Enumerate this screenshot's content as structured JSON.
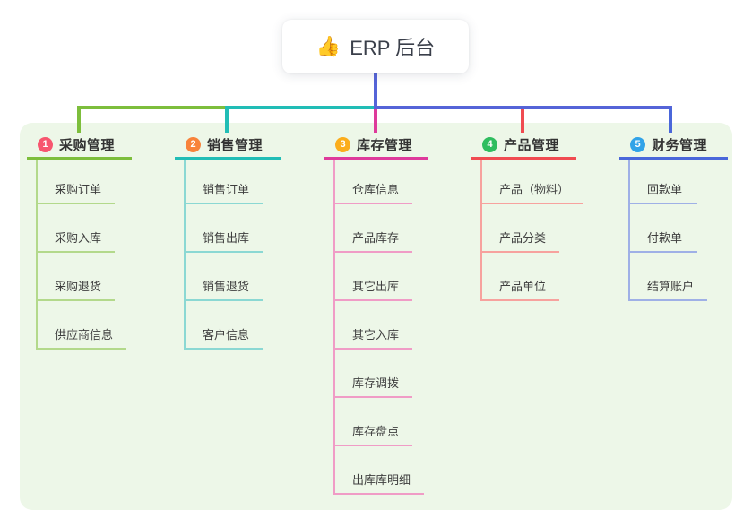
{
  "root": {
    "icon": "👍",
    "label": "ERP 后台"
  },
  "branches": [
    {
      "num": "1",
      "label": "采购管理",
      "children": [
        "采购订单",
        "采购入库",
        "采购退货",
        "供应商信息"
      ]
    },
    {
      "num": "2",
      "label": "销售管理",
      "children": [
        "销售订单",
        "销售出库",
        "销售退货",
        "客户信息"
      ]
    },
    {
      "num": "3",
      "label": "库存管理",
      "children": [
        "仓库信息",
        "产品库存",
        "其它出库",
        "其它入库",
        "库存调拨",
        "库存盘点",
        "出库库明细"
      ]
    },
    {
      "num": "4",
      "label": "产品管理",
      "children": [
        "产品（物料）",
        "产品分类",
        "产品单位"
      ]
    },
    {
      "num": "5",
      "label": "财务管理",
      "children": [
        "回款单",
        "付款单",
        "结算账户"
      ]
    }
  ],
  "colors": {
    "panel_bg": "#EDF7E8",
    "root_connector": "#5564D8",
    "branch_accents": [
      "#7DBE3C",
      "#21BDB6",
      "#DE3A9B",
      "#F04B51",
      "#4A67DA"
    ],
    "branch_lights": [
      "#B3D98B",
      "#8BD8D3",
      "#F09CC6",
      "#F7A29E",
      "#9FB0E6"
    ],
    "badge_colors": [
      "#F7566F",
      "#F8833B",
      "#FBAD1C",
      "#2FBD5F",
      "#31A3E8"
    ]
  }
}
